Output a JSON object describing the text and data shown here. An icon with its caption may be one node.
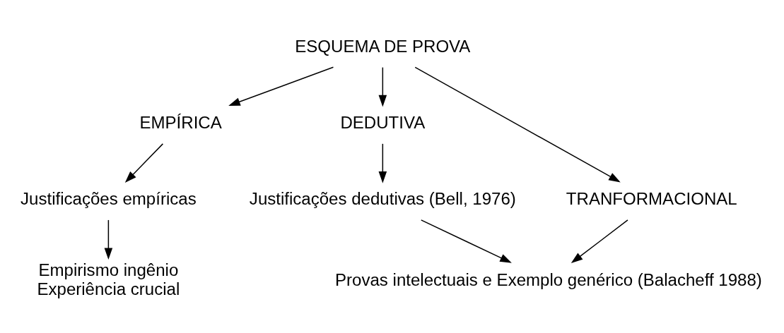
{
  "diagram": {
    "nodes": [
      {
        "text": [
          "ESQUEMA DE PROVA"
        ]
      },
      {
        "text": [
          "EMPÍRICA"
        ]
      },
      {
        "text": [
          "DEDUTIVA"
        ]
      },
      {
        "text": [
          "TRANFORMACIONAL"
        ]
      },
      {
        "text": [
          "Justificações empíricas"
        ]
      },
      {
        "text": [
          "Justificações dedutivas (Bell, 1976)"
        ]
      },
      {
        "text": [
          "Empirismo ingênio",
          "Experiência crucial"
        ]
      },
      {
        "text": [
          "Provas intelectuais e Exemplo genérico (Balacheff 1988)"
        ]
      }
    ],
    "edges": [
      {
        "from": 0,
        "to": 1,
        "arrow": "to"
      },
      {
        "from": 0,
        "to": 2,
        "arrow": "to"
      },
      {
        "from": 0,
        "to": 3,
        "arrow": "to"
      },
      {
        "from": 1,
        "to": 4,
        "arrow": "to"
      },
      {
        "from": 4,
        "to": 6,
        "arrow": "to"
      },
      {
        "from": 2,
        "to": 5,
        "arrow": "to"
      },
      {
        "from": 5,
        "to": 7,
        "arrow": "to"
      },
      {
        "from": 3,
        "to": 7,
        "arrow": "to"
      }
    ]
  }
}
